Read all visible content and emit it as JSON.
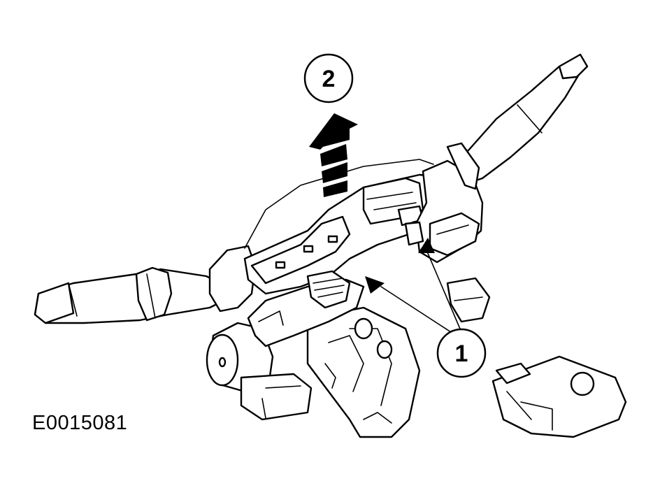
{
  "diagram": {
    "reference_code": "E0015081",
    "callouts": [
      {
        "id": "callout-2",
        "label": "2"
      },
      {
        "id": "callout-1",
        "label": "1"
      }
    ],
    "colors": {
      "line": "#000000",
      "background": "#ffffff"
    }
  }
}
